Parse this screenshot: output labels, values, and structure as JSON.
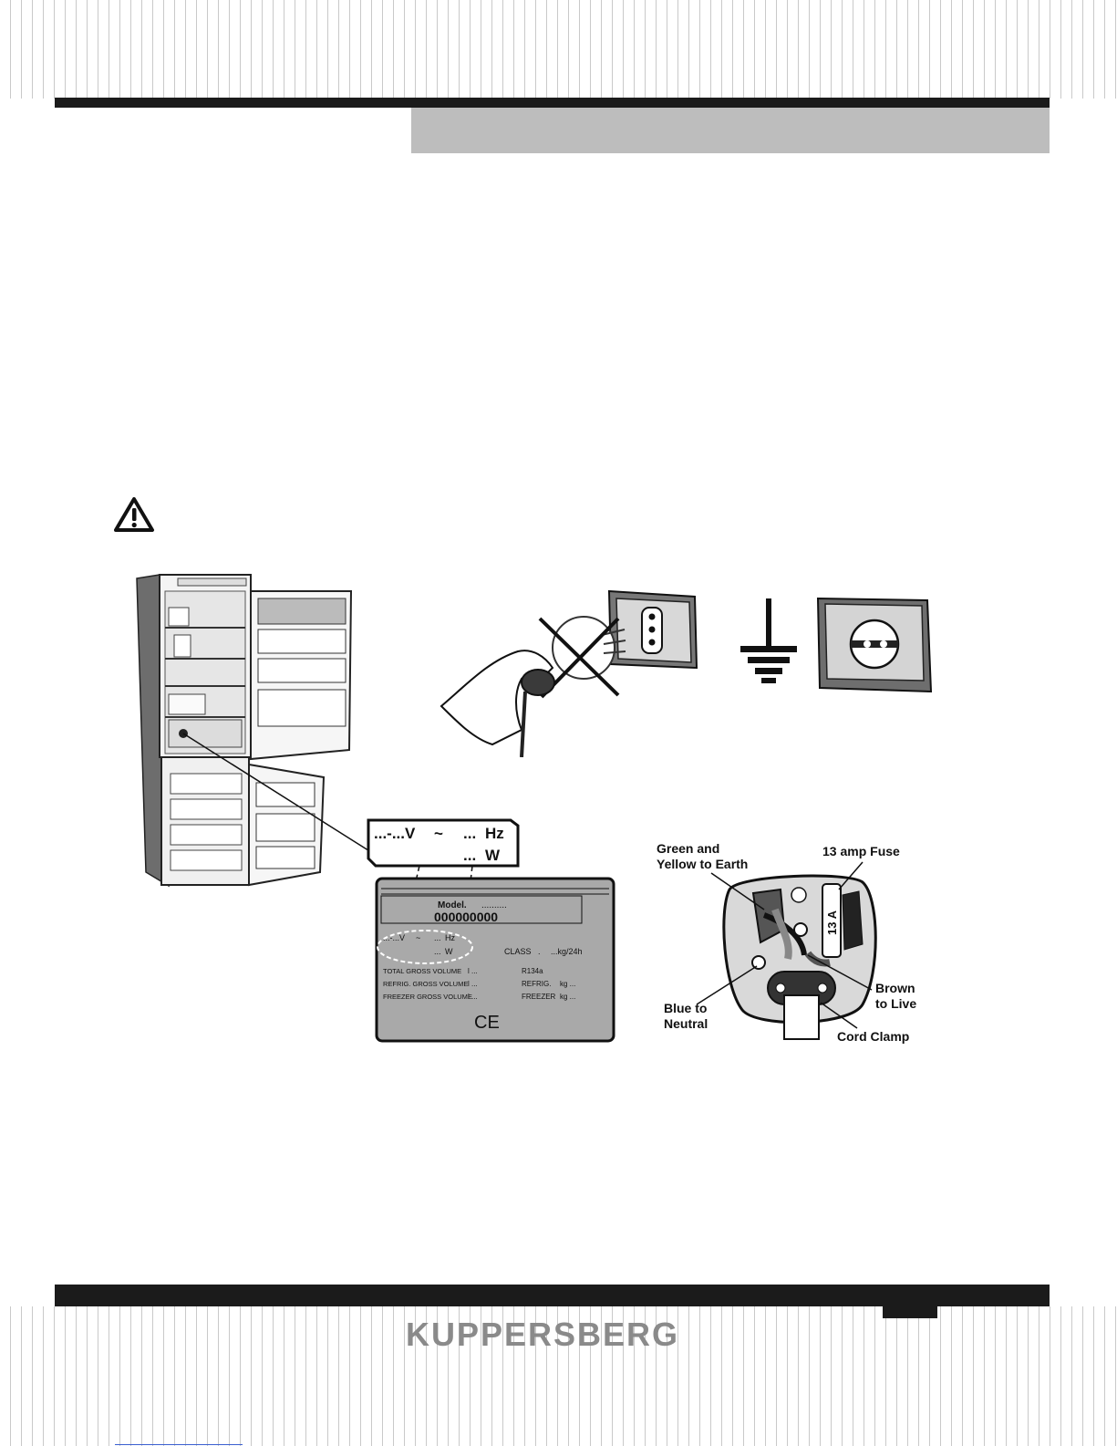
{
  "footer": {
    "brand": "KUPPERSBERG"
  },
  "icons": {
    "warning": "warning-triangle-icon",
    "earth": "earth-ground-icon",
    "ce": "ce-mark-icon"
  },
  "callout": {
    "line1_volt": "...-...V",
    "line1_tilde": "~",
    "line1_dots": "...",
    "line1_hz": "Hz",
    "line2_dots": "...",
    "line2_w": "W"
  },
  "rating_plate": {
    "model_label": "Model.",
    "model_dots": "..........",
    "model_number": "000000000",
    "volt": "...-...V",
    "tilde": "~",
    "hz_dots": "...",
    "hz": "Hz",
    "w_dots": "...",
    "w": "W",
    "class": "CLASS",
    "class_dot": ".",
    "kg24h": "...kg/24h",
    "total_volume": "TOTAL GROSS VOLUME",
    "refrig_volume": "REFRIG. GROSS VOLUME",
    "freezer_volume": "FREEZER GROSS VOLUME",
    "l1": "l ...",
    "l2": "l ...",
    "l3": "l ...",
    "r134a": "R134a",
    "refrig": "REFRIG.",
    "freezer": "FREEZER",
    "kg1": "kg ...",
    "kg2": "kg ...",
    "ce": "CE"
  },
  "plug_diagram": {
    "green_yellow_1": "Green and",
    "green_yellow_2": "Yellow to Earth",
    "fuse": "13 amp Fuse",
    "fuse_text": "13 A",
    "brown_1": "Brown",
    "brown_2": "to Live",
    "blue_1": "Blue to",
    "blue_2": "Neutral",
    "cord_clamp": "Cord Clamp"
  }
}
